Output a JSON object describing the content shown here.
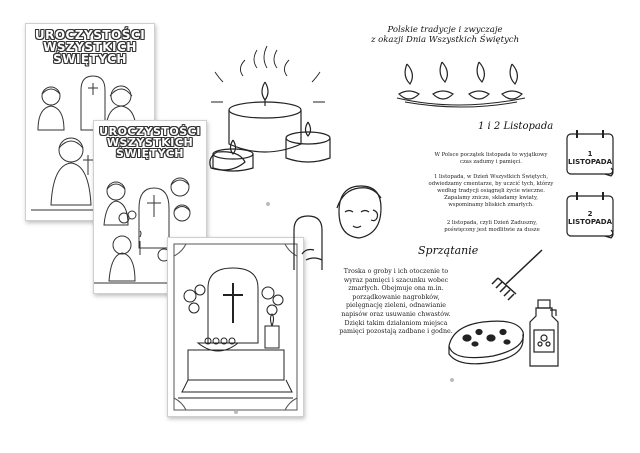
{
  "coloring_pages": {
    "title_lines": [
      "UROCZYSTOŚCI",
      "WSZYSTKICH",
      "ŚWIĘTYCH"
    ]
  },
  "info": {
    "title_line1": "Polskie tradycje i zwyczaje",
    "title_line2": "z okazji Dnia Wszystkich Świętych",
    "dates_heading": "1 i 2 Listopada",
    "intro": "W Polsce początek listopada to wyjątkowy czas zadumy i pamięci.",
    "nov1": "1 listopada, w Dzień Wszystkich Świętych, odwiedzamy cmentarze, by uczcić tych, którzy według tradycji osiągnęli życie wieczne. Zapalamy znicze, składamy kwiaty, wspominamy bliskich zmarłych.",
    "nov2": "2 listopada, czyli Dzień Zaduszny, poświęcony jest modlitwie za dusze",
    "cleaning_heading": "Sprzątanie",
    "cleaning_text": "Troska o groby i ich otoczenie to wyraz pamięci i szacunku wobec zmarłych. Obejmuje ona m.in. porządkowanie nagrobków, pielęgnację zieleni, odnawianie napisów oraz usuwanie chwastów. Dzięki takim działaniom miejsca pamięci pozostają zadbane i godne."
  },
  "calendar": {
    "card1_number": "1",
    "card1_month": "LISTOPADA",
    "card2_number": "2",
    "card2_month": "LISTOPADA"
  }
}
